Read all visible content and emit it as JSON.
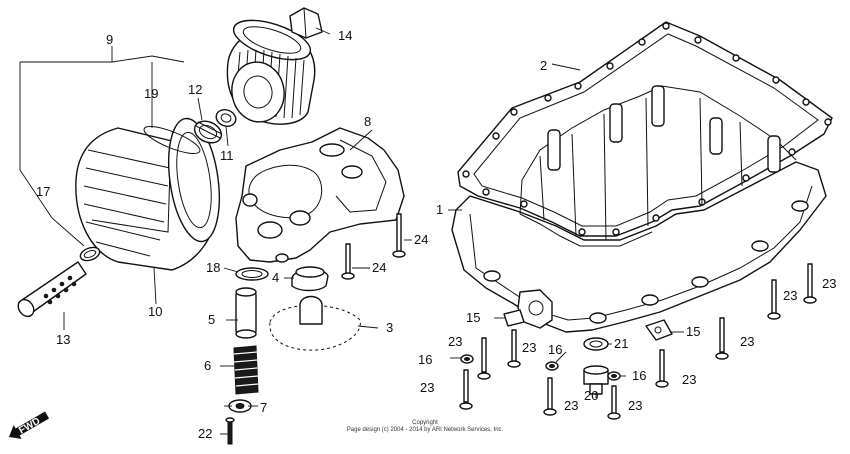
{
  "copyright": {
    "line1": "Copyright",
    "line2": "Page design (c) 2004 - 2014 by ARI Network Services, Inc."
  },
  "fwd_label": "FWD",
  "callouts": [
    {
      "id": "c9a",
      "text": "9"
    },
    {
      "id": "c14",
      "text": "14"
    },
    {
      "id": "c2",
      "text": "2"
    },
    {
      "id": "c19",
      "text": "19"
    },
    {
      "id": "c12",
      "text": "12"
    },
    {
      "id": "c8",
      "text": "8"
    },
    {
      "id": "c11",
      "text": "11"
    },
    {
      "id": "c17",
      "text": "17"
    },
    {
      "id": "c1",
      "text": "1"
    },
    {
      "id": "c24a",
      "text": "24"
    },
    {
      "id": "c18",
      "text": "18"
    },
    {
      "id": "c4",
      "text": "4"
    },
    {
      "id": "c24b",
      "text": "24"
    },
    {
      "id": "c10",
      "text": "10"
    },
    {
      "id": "c23a",
      "text": "23"
    },
    {
      "id": "c23b",
      "text": "23"
    },
    {
      "id": "c13",
      "text": "13"
    },
    {
      "id": "c5",
      "text": "5"
    },
    {
      "id": "c3",
      "text": "3"
    },
    {
      "id": "c15a",
      "text": "15"
    },
    {
      "id": "c15b",
      "text": "15"
    },
    {
      "id": "c23c",
      "text": "23"
    },
    {
      "id": "c23d",
      "text": "23"
    },
    {
      "id": "c16a",
      "text": "16"
    },
    {
      "id": "c21",
      "text": "21"
    },
    {
      "id": "c6",
      "text": "6"
    },
    {
      "id": "c16b",
      "text": "16"
    },
    {
      "id": "c23e",
      "text": "23"
    },
    {
      "id": "c23f",
      "text": "23"
    },
    {
      "id": "c16c",
      "text": "16"
    },
    {
      "id": "c23g",
      "text": "23"
    },
    {
      "id": "c20",
      "text": "20"
    },
    {
      "id": "c23h",
      "text": "23"
    },
    {
      "id": "c7",
      "text": "7"
    },
    {
      "id": "c23i",
      "text": "23"
    },
    {
      "id": "c22",
      "text": "22"
    }
  ]
}
